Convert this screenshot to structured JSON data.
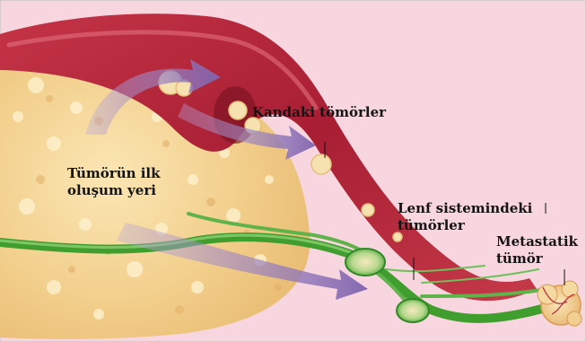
{
  "labels": {
    "blood_tumors": "Kandaki tömörler",
    "primary_site_line1": "Tümörün ilk",
    "primary_site_line2": "oluşum yeri",
    "lymph_tumors_line1": "Lenf sistemindeki",
    "lymph_tumors_line2": "tümörler",
    "metastatic_line1": "Metastatik",
    "metastatic_line2": "tümör"
  },
  "colors": {
    "background": "#f8d6df",
    "tissue": "#f2d08e",
    "blood_vessel": "#b8273a",
    "lymph_vessel": "#3f9e2e",
    "arrow": "#8d72b8",
    "tumor_cell": "#f6e2b0"
  }
}
